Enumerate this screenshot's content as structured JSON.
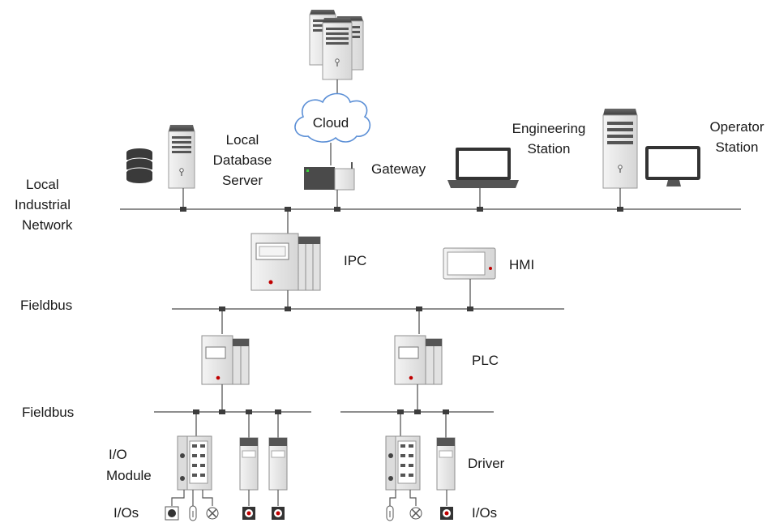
{
  "labels": {
    "cloud": "Cloud",
    "local_database_server": [
      "Local",
      "Database",
      "Server"
    ],
    "gateway": "Gateway",
    "engineering_station": [
      "Engineering",
      "Station"
    ],
    "operator_station": [
      "Operator",
      "Station"
    ],
    "local_industrial_network": [
      "Local",
      "Industrial",
      "Network"
    ],
    "ipc": "IPC",
    "hmi": "HMI",
    "fieldbus_upper": "Fieldbus",
    "plc": "PLC",
    "fieldbus_lower": "Fieldbus",
    "io_module": [
      "I/O",
      "Module"
    ],
    "driver": "Driver",
    "ios_left": "I/Os",
    "ios_right": "I/Os"
  },
  "colors": {
    "line": "#4a4a4a",
    "device_body": "#e6e6e6",
    "device_dark": "#555555",
    "cloud_stroke": "#5b8fd6",
    "indicator_red": "#c00000"
  }
}
